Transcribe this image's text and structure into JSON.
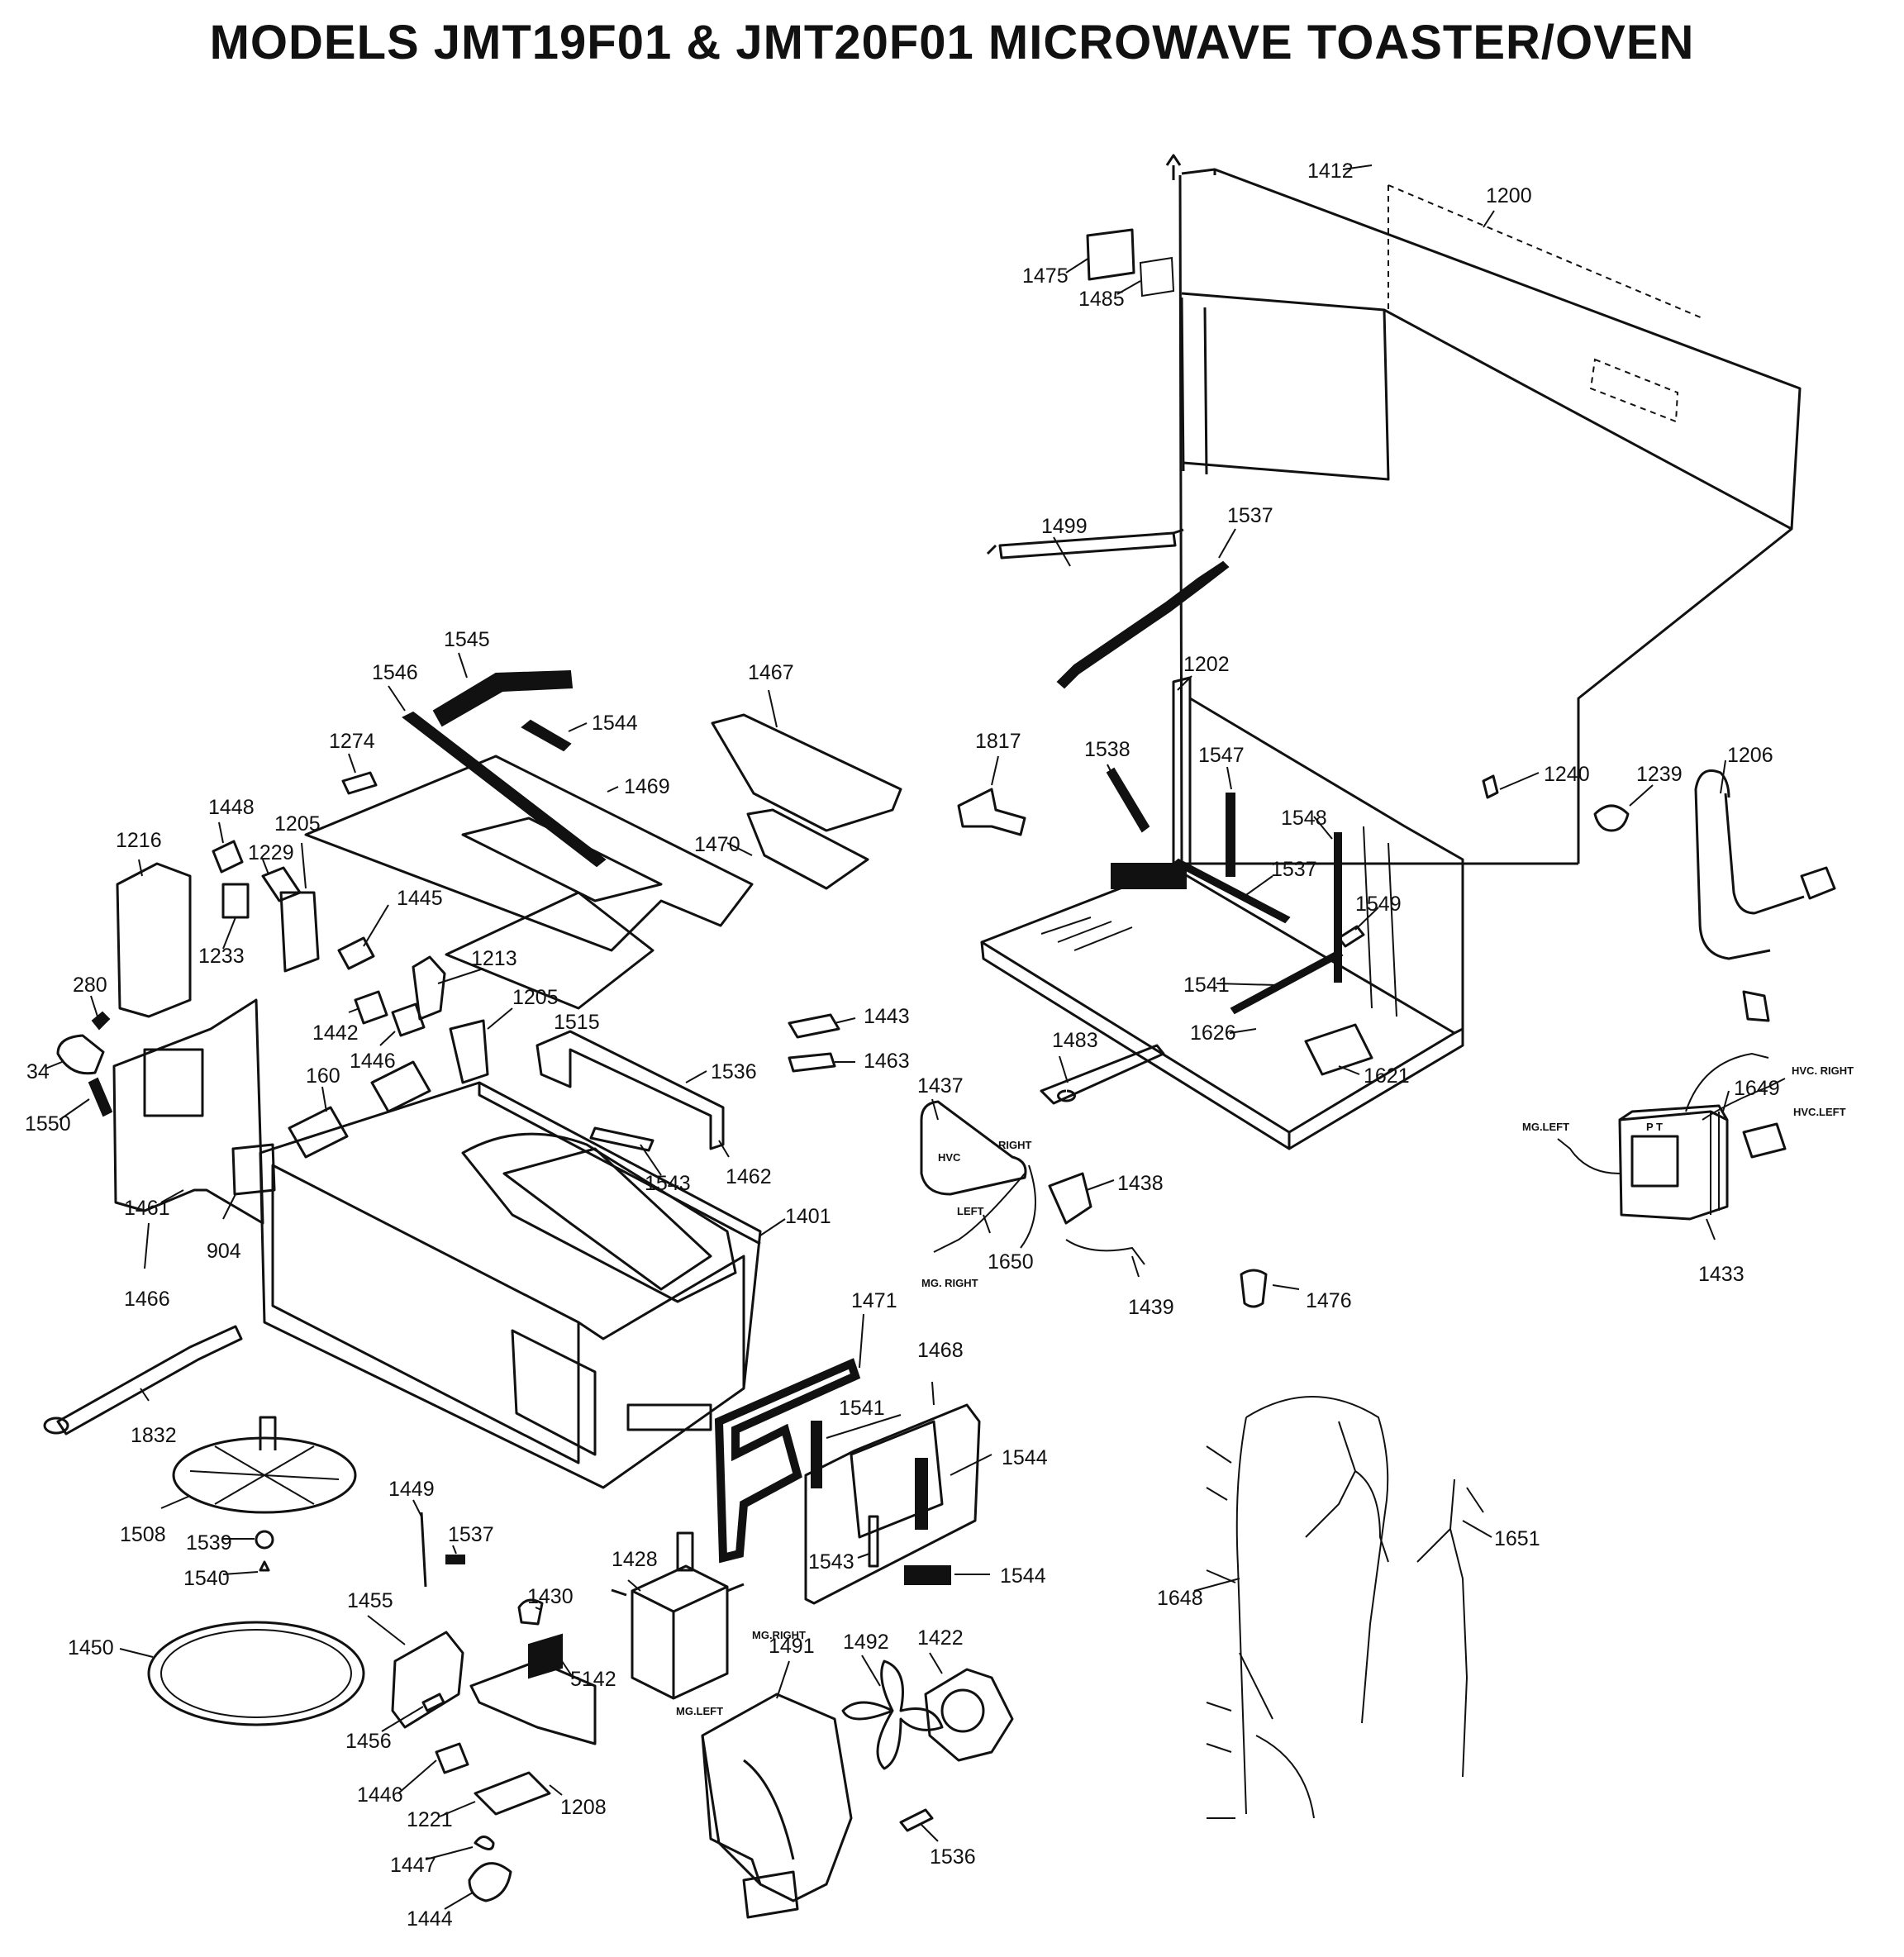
{
  "title": "MODELS JMT19F01 & JMT20F01 MICROWAVE TOASTER/OVEN",
  "part_numbers": [
    "1412",
    "1200",
    "1475",
    "1485",
    "1499",
    "1537",
    "1545",
    "1546",
    "1544",
    "1467",
    "1274",
    "1469",
    "1470",
    "1817",
    "1202",
    "1538",
    "1547",
    "1548",
    "1549",
    "1541",
    "1626",
    "1483",
    "1621",
    "1240",
    "1239",
    "1206",
    "1433",
    "1649",
    "1216",
    "1448",
    "1229",
    "1205",
    "1233",
    "1445",
    "1213",
    "1515",
    "1442",
    "1446",
    "160",
    "280",
    "34",
    "1550",
    "1461",
    "904",
    "1466",
    "1443",
    "1463",
    "1536",
    "1543",
    "1462",
    "1401",
    "1437",
    "1650",
    "1438",
    "1439",
    "1476",
    "1832",
    "1508",
    "1539",
    "1540",
    "1449",
    "1428",
    "1471",
    "1468",
    "1450",
    "1455",
    "1430",
    "5142",
    "1456",
    "1221",
    "1208",
    "1447",
    "1444",
    "1491",
    "1492",
    "1422",
    "1648",
    "1651"
  ],
  "wire_labels": {
    "hvc": "HVC",
    "right": "RIGHT",
    "left": "LEFT",
    "mg_right": "MG. RIGHT",
    "mg_right_2": "MG.RIGHT",
    "mg_left": "MG.LEFT",
    "mg_left_2": "MG.LEFT",
    "hvc_right": "HVC. RIGHT",
    "hvc_left": "HVC.LEFT",
    "pt": "P T"
  }
}
